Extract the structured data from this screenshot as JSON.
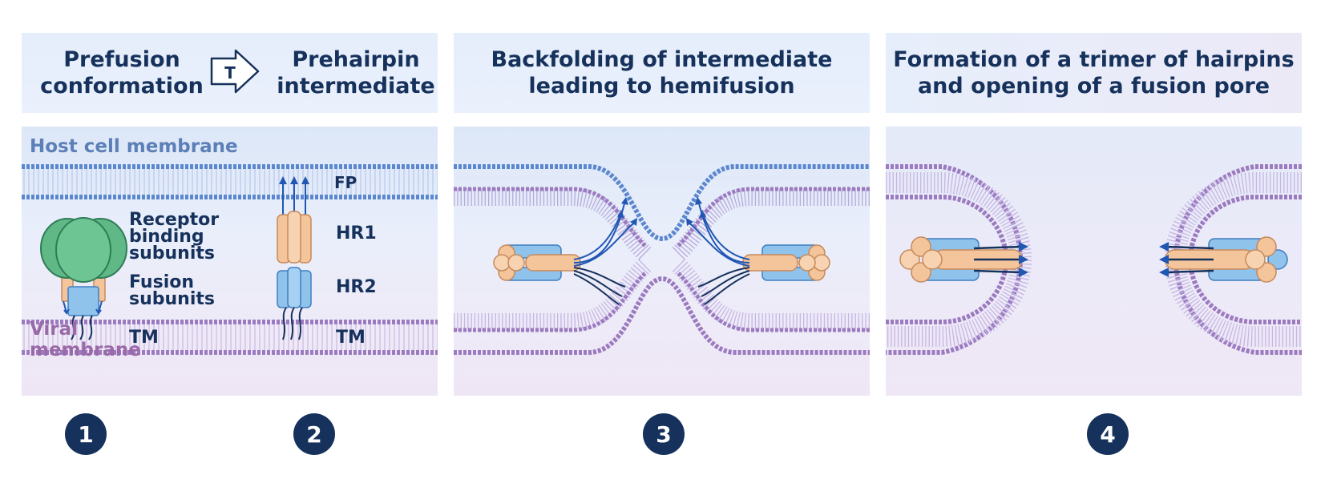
{
  "headers": {
    "step1": [
      "Prefusion",
      "conformation"
    ],
    "step2": [
      "Prehairpin",
      "intermediate"
    ],
    "transition_symbol": "T",
    "step3": [
      "Backfolding of intermediate",
      "leading to hemifusion"
    ],
    "step4": [
      "Formation of a trimer of hairpins",
      "and opening of a fusion pore"
    ]
  },
  "labels": {
    "host_membrane": "Host cell membrane",
    "viral_membrane": [
      "Viral",
      "membrane"
    ],
    "receptor": [
      "Receptor",
      "binding",
      "subunits"
    ],
    "fusion": [
      "Fusion",
      "subunits"
    ],
    "tm_1": "TM",
    "fp": "FP",
    "hr1": "HR1",
    "hr2": "HR2",
    "tm_2": "TM"
  },
  "steps": [
    "1",
    "2",
    "3",
    "4"
  ],
  "colors": {
    "dark_navy": "#16325c",
    "host_lipid": "#5b87cf",
    "viral_lipid": "#9b7ac0",
    "helix_blue": "#8fc3ec",
    "helix_orange": "#f4c49a",
    "receptor_green": "#5fb886"
  }
}
